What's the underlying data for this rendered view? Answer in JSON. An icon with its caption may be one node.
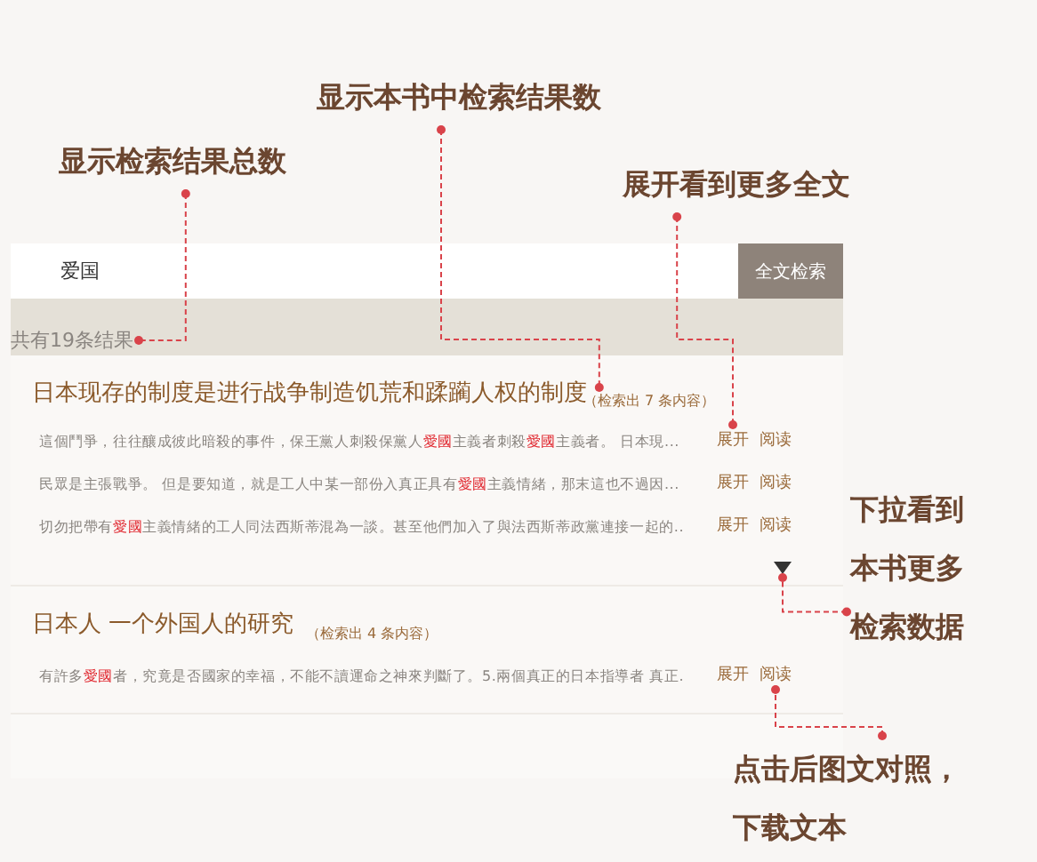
{
  "diagram": {
    "nodes": [
      {
        "text": [
          "显示本书中检索结果数"
        ]
      },
      {
        "text": [
          "显示检索结果总数"
        ]
      },
      {
        "text": [
          "展开看到更多全文"
        ]
      },
      {
        "text": [
          "爱国"
        ]
      },
      {
        "text": [
          "全文检索"
        ]
      },
      {
        "text": [
          "共有19条结果"
        ]
      },
      {
        "text": [
          "日本现存的制度是进行战争制造饥荒和蹂躏人权的制度"
        ]
      },
      {
        "text": [
          "（检索出 7 条内容）"
        ],
        "in": 6
      },
      {
        "text": [
          "這個鬥爭，往往釀成彼此暗殺的事件，保王黨人刺殺保黨人**愛國**主義者刺殺**愛國**主義者。 日本現..."
        ],
        "in": 6
      },
      {
        "text": [
          "展开"
        ],
        "in": 6
      },
      {
        "text": [
          "阅读"
        ],
        "in": 6
      },
      {
        "text": [
          "民眾是主張戰爭。 但是要知道，就是工人中某一部份入真正具有**愛國**主義情緒，那末這也不過因..."
        ],
        "in": 6
      },
      {
        "text": [
          "展开"
        ],
        "in": 6
      },
      {
        "text": [
          "阅读"
        ],
        "in": 6
      },
      {
        "text": [
          "切勿把帶有**愛國**主義情緒的工人同法西斯蒂混為一談。甚至他們加入了與法西斯蒂政黨連接一起的.."
        ],
        "in": 6
      },
      {
        "text": [
          "展开"
        ],
        "in": 6
      },
      {
        "text": [
          "阅读"
        ],
        "in": 6
      },
      {
        "text": [],
        "shape": "triangle",
        "in": 6
      },
      {
        "text": [
          "下拉看到本书更多检索数据"
        ]
      },
      {
        "text": [
          "日本人 一个外国人的研究"
        ]
      },
      {
        "text": [
          "（检索出 4 条内容）"
        ],
        "in": 19
      },
      {
        "text": [
          "有許多**愛國**者，究竟是否國家的幸福，不能不讀運命之神來判斷了。5.兩個真正的日本指導者 真正."
        ],
        "in": 19
      },
      {
        "text": [
          "展开"
        ],
        "in": 19
      },
      {
        "text": [
          "阅读"
        ],
        "in": 19
      },
      {
        "text": [
          "点击后图文对照，下载文本"
        ]
      }
    ],
    "edges": [
      {
        "from": 1,
        "to": 5,
        "arrow": "other",
        "style": "dashed"
      },
      {
        "from": 0,
        "to": 7,
        "arrow": "other",
        "style": "dashed"
      },
      {
        "from": 2,
        "to": 9,
        "arrow": "other",
        "style": "dashed"
      },
      {
        "from": 18,
        "to": 17,
        "arrow": "other",
        "style": "dashed"
      },
      {
        "from": 24,
        "to": 23,
        "arrow": "other",
        "style": "dashed"
      }
    ]
  }
}
